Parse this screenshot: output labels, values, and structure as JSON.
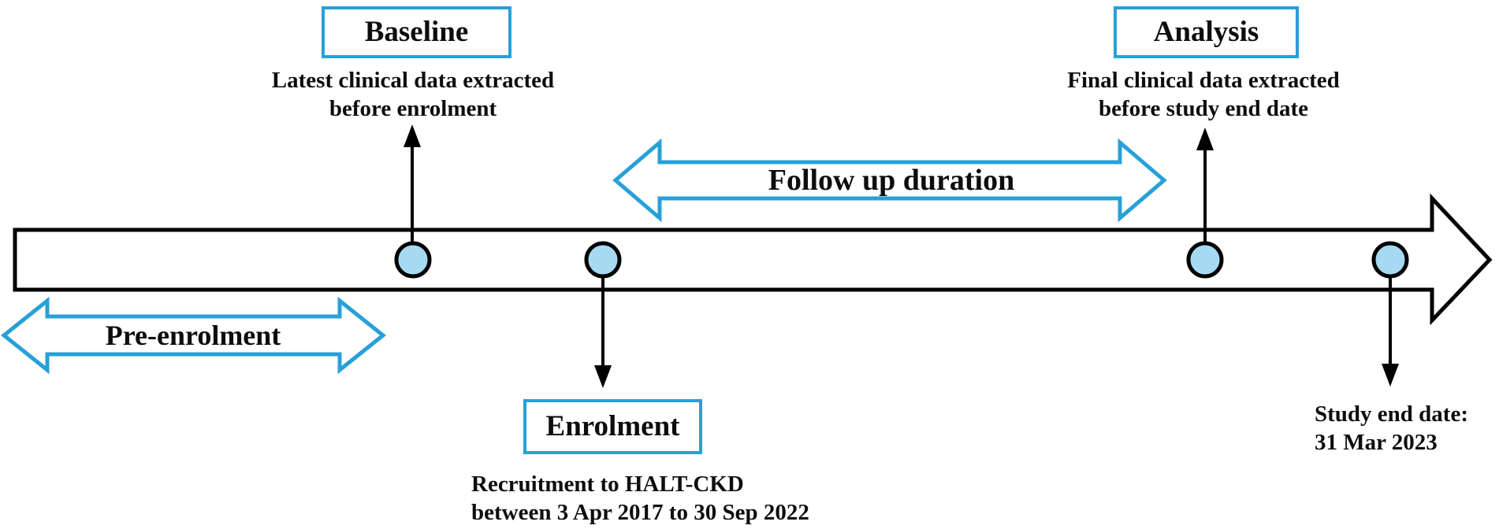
{
  "diagram": {
    "boxes": {
      "baseline": "Baseline",
      "enrolment": "Enrolment",
      "analysis": "Analysis"
    },
    "captions": {
      "baseline": {
        "line1": "Latest clinical data extracted",
        "line2": "before enrolment"
      },
      "analysis": {
        "line1": "Final clinical data extracted",
        "line2": "before study end date"
      },
      "enrolment": {
        "line1": "Recruitment to HALT-CKD",
        "line2": "between 3 Apr 2017 to 30 Sep 2022"
      },
      "study_end": {
        "line1": "Study end date:",
        "line2": "31 Mar 2023"
      }
    },
    "range_labels": {
      "pre_enrolment": "Pre-enrolment",
      "follow_up": "Follow up duration"
    },
    "colors": {
      "accent_blue": "#28A0D8",
      "circle_fill": "#A6DAF2",
      "line_black": "#000000"
    }
  }
}
